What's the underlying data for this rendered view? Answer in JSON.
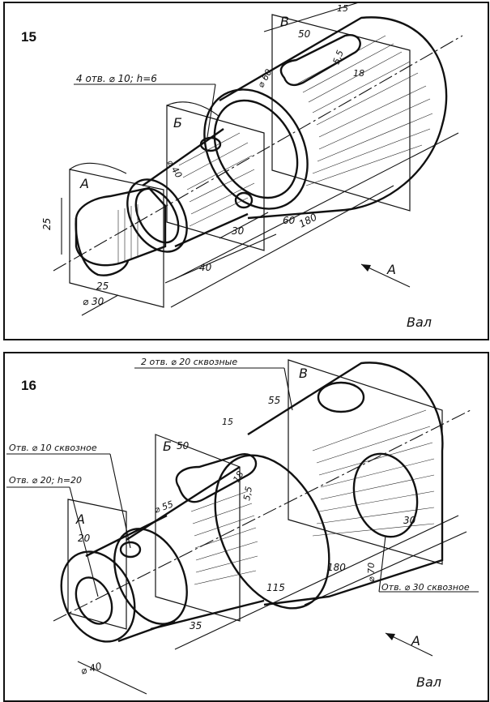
{
  "panel15": {
    "number": "15",
    "title": "Вал",
    "view_arrow": "A",
    "sections": [
      "A",
      "Б",
      "B"
    ],
    "note": "4 отв. ⌀ 10; h=6",
    "dims": {
      "d1": "25",
      "d2": "25",
      "d3": "⌀ 30",
      "d4": "40",
      "d5": "30",
      "d6": "60",
      "d7": "180",
      "d8": "⌀ 40",
      "d9": "⌀ 60",
      "d10": "50",
      "d11": "15",
      "d12": "5,5",
      "d13": "18"
    }
  },
  "panel16": {
    "number": "16",
    "title": "Вал",
    "view_arrow": "A",
    "sections": [
      "A",
      "Б",
      "B"
    ],
    "notes": {
      "n1": "2 отв. ⌀ 20 сквозные",
      "n2": "Отв. ⌀ 10 сквозное",
      "n3": "Отв. ⌀ 20; h=20",
      "n4": "Отв. ⌀ 30 сквозное"
    },
    "dims": {
      "d1": "20",
      "d2": "⌀ 40",
      "d3": "35",
      "d4": "115",
      "d5": "180",
      "d6": "⌀ 55",
      "d7": "50",
      "d8": "15",
      "d9": "55",
      "d10": "5,5",
      "d11": "18",
      "d12": "⌀ 70",
      "d13": "30"
    }
  }
}
